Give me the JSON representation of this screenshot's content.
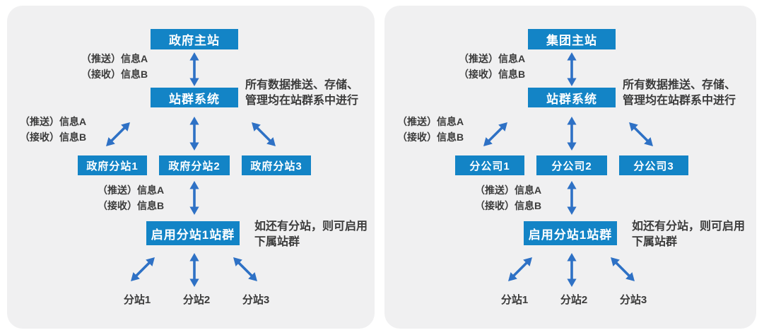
{
  "colors": {
    "panel_background": "#f0f0f1",
    "node_blue": "#1384c6",
    "arrow_blue": "#2e71c5",
    "text_dark": "#3b3b3b",
    "node_text": "#ffffff"
  },
  "diagrams": [
    {
      "title_box": "政府主站",
      "hub_box": "站群系统",
      "push_line": "（推送）信息A",
      "recv_line": "（接收）信息B",
      "hub_note_line1": "所有数据推送、存储、",
      "hub_note_line2": "管理均在站群系中进行",
      "branches": [
        "政府分站1",
        "政府分站2",
        "政府分站3"
      ],
      "enable_box": "启用分站1站群",
      "enable_note_line1": "如还有分站，则可启用",
      "enable_note_line2": "下属站群",
      "leaves": [
        "分站1",
        "分站2",
        "分站3"
      ]
    },
    {
      "title_box": "集团主站",
      "hub_box": "站群系统",
      "push_line": "（推送）信息A",
      "recv_line": "（接收）信息B",
      "hub_note_line1": "所有数据推送、存储、",
      "hub_note_line2": "管理均在站群系中进行",
      "branches": [
        "分公司1",
        "分公司2",
        "分公司3"
      ],
      "enable_box": "启用分站1站群",
      "enable_note_line1": "如还有分站，则可启用",
      "enable_note_line2": "下属站群",
      "leaves": [
        "分站1",
        "分站2",
        "分站3"
      ]
    }
  ]
}
